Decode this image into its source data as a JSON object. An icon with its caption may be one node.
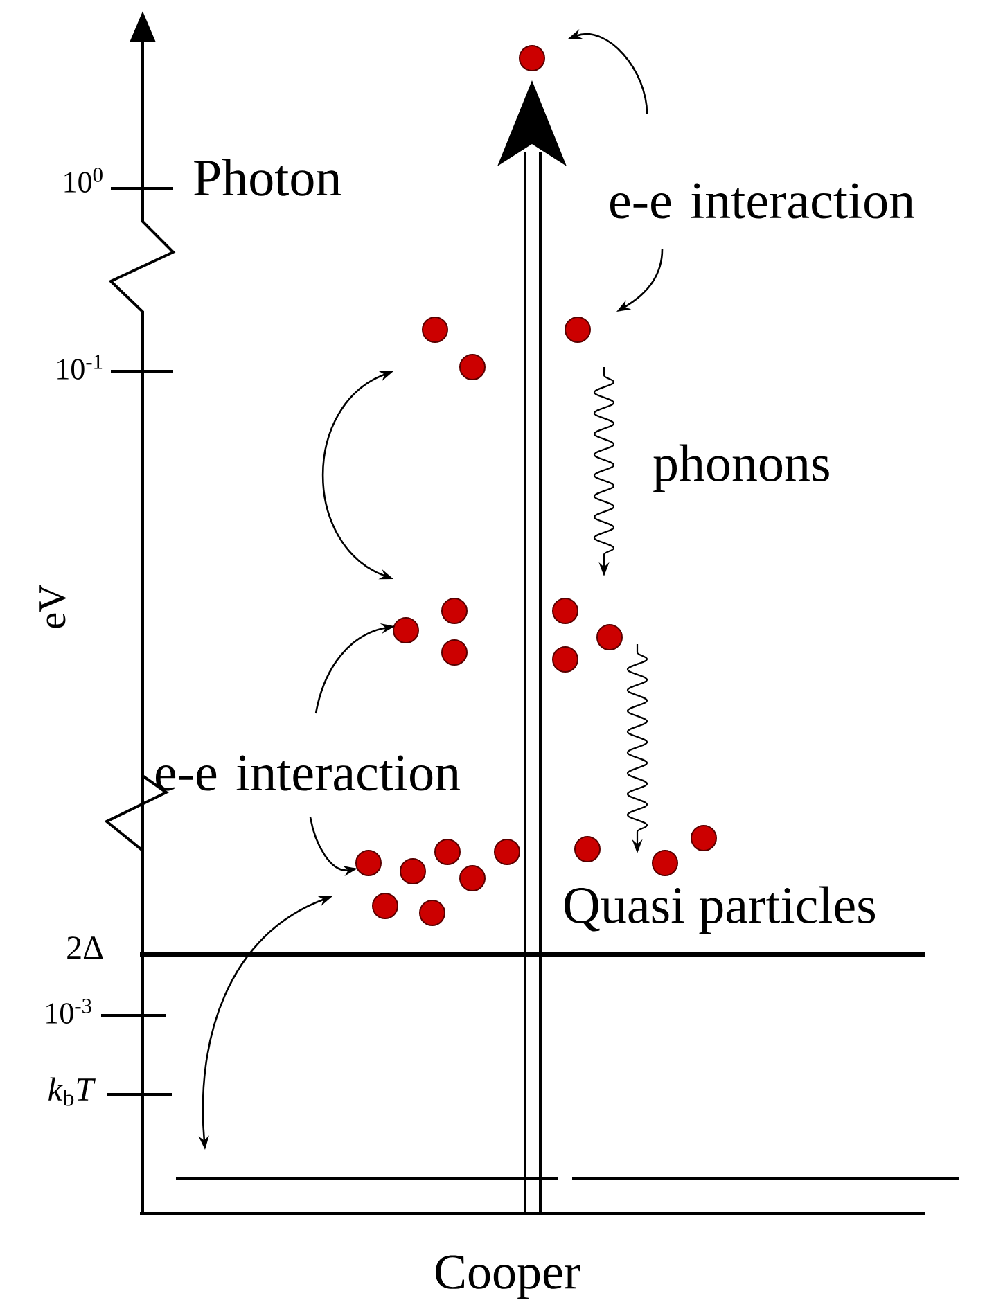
{
  "diagram": {
    "labels": [
      "Photon",
      "e-e interaction",
      "10$^{0}$",
      "10$^{-1}$",
      "phonons",
      "eV",
      "e-e interaction",
      "Quasi particles",
      "2Δ",
      "10$^{-3}$",
      "*k*$_{b}$*T*",
      "Cooper"
    ]
  }
}
